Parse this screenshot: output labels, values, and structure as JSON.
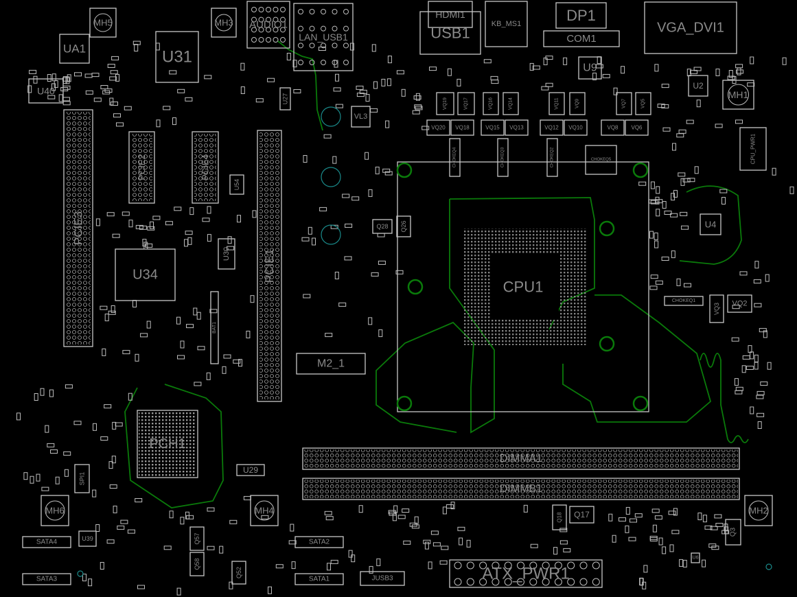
{
  "title": "PCB component placement view",
  "colors": {
    "background": "#000000",
    "silkscreen": "#c8c8c8",
    "copper_trace": "#0a7a0a",
    "via": "#1a8a8a",
    "label": "#8a8a8a"
  },
  "components": [
    {
      "id": "ua1",
      "label": "UA1"
    },
    {
      "id": "u40",
      "label": "U40"
    },
    {
      "id": "mh5",
      "label": "MH5"
    },
    {
      "id": "mh3",
      "label": "MH3"
    },
    {
      "id": "u31",
      "label": "U31"
    },
    {
      "id": "audio1",
      "label": "AUDIO1"
    },
    {
      "id": "lan_usb1",
      "label": "LAN_USB1"
    },
    {
      "id": "hdmi1",
      "label": "HDMI1"
    },
    {
      "id": "usb1",
      "label": "USB1"
    },
    {
      "id": "kb_ms1",
      "label": "KB_MS1"
    },
    {
      "id": "dp1",
      "label": "DP1"
    },
    {
      "id": "com1",
      "label": "COM1"
    },
    {
      "id": "vga_dvi1",
      "label": "VGA_DVI1"
    },
    {
      "id": "mh1",
      "label": "MH1"
    },
    {
      "id": "u9",
      "label": "U9"
    },
    {
      "id": "u2",
      "label": "U2"
    },
    {
      "id": "vl3",
      "label": "VL3"
    },
    {
      "id": "u27",
      "label": "U27"
    },
    {
      "id": "pcie3",
      "label": "PCIE3"
    },
    {
      "id": "pcie2",
      "label": "PCIE2"
    },
    {
      "id": "pcie4",
      "label": "PCIE4"
    },
    {
      "id": "pcie1",
      "label": "PCIE1"
    },
    {
      "id": "u34",
      "label": "U34"
    },
    {
      "id": "u30",
      "label": "U30"
    },
    {
      "id": "bat1",
      "label": "BAT1"
    },
    {
      "id": "m2_1",
      "label": "M2_1"
    },
    {
      "id": "cpu1",
      "label": "CPU1"
    },
    {
      "id": "u4",
      "label": "U4"
    },
    {
      "id": "cpu_pwr1",
      "label": "CPU_PWR1"
    },
    {
      "id": "chokeq1",
      "label": "CHOKEQ1"
    },
    {
      "id": "vq2",
      "label": "VQ2"
    },
    {
      "id": "vq3",
      "label": "VQ3"
    },
    {
      "id": "pch1",
      "label": "PCH1"
    },
    {
      "id": "u29",
      "label": "U29"
    },
    {
      "id": "dimma1",
      "label": "DIMMA1"
    },
    {
      "id": "dimmb1",
      "label": "DIMMB1"
    },
    {
      "id": "atx_pwr1",
      "label": "ATX_PWR1"
    },
    {
      "id": "mh6",
      "label": "MH6"
    },
    {
      "id": "mh4",
      "label": "MH4"
    },
    {
      "id": "mh2",
      "label": "MH2"
    },
    {
      "id": "sata4",
      "label": "SATA4"
    },
    {
      "id": "sata3",
      "label": "SATA3"
    },
    {
      "id": "sata2",
      "label": "SATA2"
    },
    {
      "id": "sata1",
      "label": "SATA1"
    },
    {
      "id": "jusb3",
      "label": "JUSB3"
    },
    {
      "id": "u39",
      "label": "U39"
    },
    {
      "id": "spi1",
      "label": "SPI1"
    },
    {
      "id": "q57",
      "label": "Q57"
    },
    {
      "id": "q58",
      "label": "Q58"
    },
    {
      "id": "q52",
      "label": "Q52"
    },
    {
      "id": "q17",
      "label": "Q17"
    },
    {
      "id": "q18",
      "label": "Q18"
    },
    {
      "id": "q3",
      "label": "Q3"
    },
    {
      "id": "u6",
      "label": "U6"
    },
    {
      "id": "q28",
      "label": "Q28"
    },
    {
      "id": "q26",
      "label": "Q26"
    },
    {
      "id": "u54",
      "label": "U54"
    },
    {
      "id": "vq19",
      "label": "VQ19"
    },
    {
      "id": "vq17",
      "label": "VQ17"
    },
    {
      "id": "vq16",
      "label": "VQ16"
    },
    {
      "id": "vq14",
      "label": "VQ14"
    },
    {
      "id": "vq11",
      "label": "VQ11"
    },
    {
      "id": "vq9",
      "label": "VQ9"
    },
    {
      "id": "vq7",
      "label": "VQ7"
    },
    {
      "id": "vq5",
      "label": "VQ5"
    },
    {
      "id": "vq20",
      "label": "VQ20"
    },
    {
      "id": "vq18",
      "label": "VQ18"
    },
    {
      "id": "vq15",
      "label": "VQ15"
    },
    {
      "id": "vq13",
      "label": "VQ13"
    },
    {
      "id": "vq12",
      "label": "VQ12"
    },
    {
      "id": "vq10",
      "label": "VQ10"
    },
    {
      "id": "vq8",
      "label": "VQ8"
    },
    {
      "id": "vq6",
      "label": "VQ6"
    },
    {
      "id": "chokeq4",
      "label": "CHOKEQ4"
    },
    {
      "id": "chokeq3",
      "label": "CHOKEQ3"
    },
    {
      "id": "chokeq2",
      "label": "CHOKEQ2"
    },
    {
      "id": "chokeq5",
      "label": "CHOKEQ5"
    }
  ]
}
